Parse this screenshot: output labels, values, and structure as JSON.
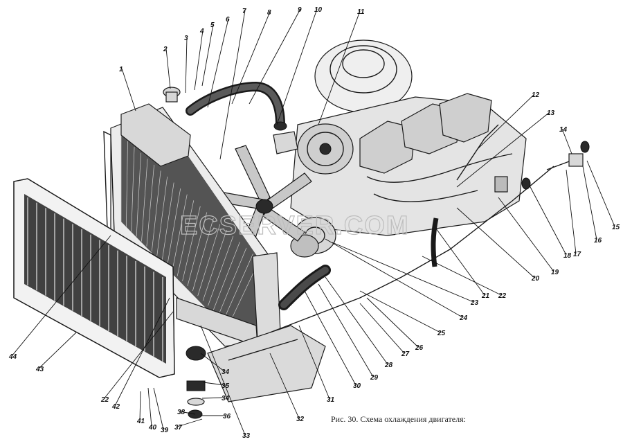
{
  "caption": "Рис. 30. Схема охлаждения двигателя:",
  "watermark": "ECSERVER.COM",
  "callouts": [
    "1",
    "2",
    "3",
    "4",
    "5",
    "6",
    "7",
    "8",
    "9",
    "10",
    "11",
    "12",
    "13",
    "14",
    "15",
    "16",
    "17",
    "18",
    "19",
    "20",
    "21",
    "22",
    "23",
    "24",
    "25",
    "26",
    "27",
    "28",
    "29",
    "30",
    "31",
    "32",
    "33",
    "34",
    "35",
    "34",
    "36",
    "37",
    "38",
    "39",
    "40",
    "41",
    "42",
    "22",
    "43",
    "44"
  ]
}
